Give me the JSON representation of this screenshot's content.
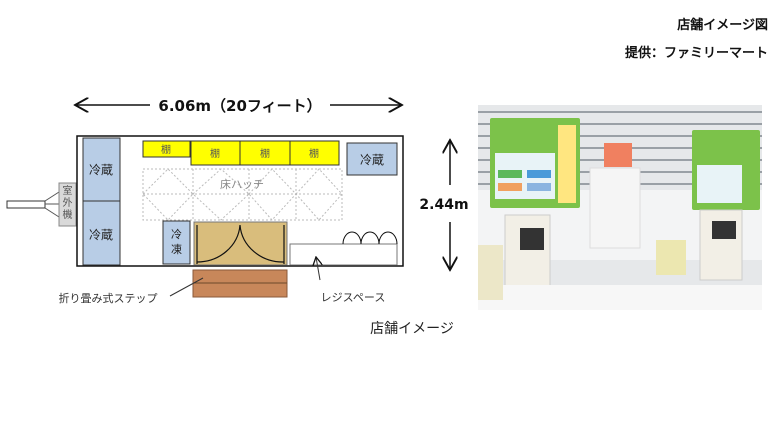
{
  "header": {
    "title": "店舗イメージ図",
    "credit": "提供：ファミリーマート"
  },
  "floor_plan": {
    "width_label": "6.06m（20フィート）",
    "height_label": "2.44m",
    "outdoor_unit": "室外機",
    "fridge": "冷蔵",
    "shelf": "棚",
    "freezer": "冷凍",
    "floor_hatch": "床ハッチ",
    "step_label": "折り畳み式ステップ",
    "register_label": "レジスペース",
    "colors": {
      "fridge": "#b8cde6",
      "shelf": "#ffff00",
      "door": "#d9bd7c",
      "step": "#c8875a",
      "unit": "#d9d9d9"
    }
  },
  "caption": "店舗イメージ",
  "photo": {
    "alt_icon": "self-checkout-photo"
  }
}
